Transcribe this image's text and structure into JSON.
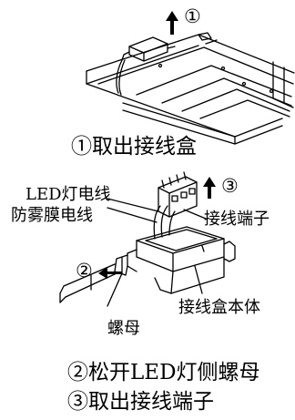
{
  "step1": {
    "marker": "①",
    "caption": "①取出接线盒"
  },
  "step2": {
    "marker_3": "③",
    "marker_2": "②",
    "label_led_line": "LED灯电线",
    "label_film_line": "防雾膜电线",
    "label_terminal": "接线端子",
    "label_box_body": "接线盒本体",
    "label_nut": "螺母",
    "caption_line1": "②松开LED灯侧螺母",
    "caption_line2": "③取出接线端子"
  }
}
